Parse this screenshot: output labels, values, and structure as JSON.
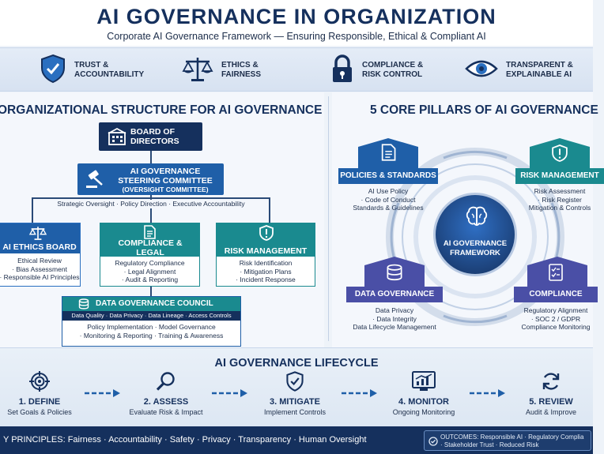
{
  "header": {
    "title": "AI GOVERNANCE IN ORGANIZATION",
    "subtitle": "Corporate AI Governance Framework — Ensuring Responsible, Ethical & Compliant AI"
  },
  "values": [
    {
      "label": "TRUST & ACCOUNTABILITY",
      "icon": "shield-check-icon"
    },
    {
      "label": "ETHICS & FAIRNESS",
      "icon": "scales-icon"
    },
    {
      "label": "COMPLIANCE & RISK CONTROL",
      "icon": "padlock-icon"
    },
    {
      "label": "TRANSPARENT & EXPLAINABLE AI",
      "icon": "eye-icon"
    }
  ],
  "structure": {
    "title": "ORGANIZATIONAL STRUCTURE FOR AI GOVERNANCE",
    "board": {
      "title": "BOARD OF DIRECTORS",
      "icon": "building-icon"
    },
    "steering": {
      "title": "AI GOVERNANCE STEERING COMMITTEE",
      "subtitle": "(OVERSIGHT COMMITTEE)",
      "icon": "gavel-icon"
    },
    "oversight_line": "Strategic Oversight · Policy Direction · Executive Accountability",
    "units": [
      {
        "title": "AI ETHICS BOARD",
        "icon": "scales-icon",
        "items": [
          "Ethical Review",
          "· Bias Assessment",
          "· Responsible AI Principles"
        ]
      },
      {
        "title": "COMPLIANCE & LEGAL",
        "icon": "document-icon",
        "items": [
          "Regulatory Compliance",
          "· Legal Alignment",
          "· Audit & Reporting"
        ]
      },
      {
        "title": "RISK MANAGEMENT",
        "icon": "shield-alert-icon",
        "items": [
          "Risk Identification",
          "· Mitigation Plans",
          "· Incident Response"
        ]
      }
    ],
    "data_council": {
      "title": "DATA GOVERNANCE COUNCIL",
      "icon": "database-icon",
      "tags": "Data Quality · Data Privacy · Data Lineage · Access Controls",
      "line1": "Policy Implementation · Model Governance",
      "line2": "· Monitoring & Reporting · Training & Awareness"
    }
  },
  "pillars": {
    "title": "5 CORE PILLARS OF AI GOVERNANCE",
    "center": {
      "label": "AI GOVERNANCE FRAMEWORK",
      "icon": "brain-icon"
    },
    "items": [
      {
        "title": "POLICIES & STANDARDS",
        "icon": "document-icon",
        "items": [
          "AI Use Policy",
          "· Code of Conduct",
          "Standards & Guidelines"
        ]
      },
      {
        "title": "RISK MANAGEMENT",
        "icon": "shield-alert-icon",
        "items": [
          "Risk Assessment",
          "· Risk Register",
          "Mitigation & Controls"
        ]
      },
      {
        "title": "DATA GOVERNANCE",
        "icon": "database-icon",
        "items": [
          "Data Privacy",
          "· Data Integrity",
          "Data Lifecycle Management"
        ]
      },
      {
        "title": "COMPLIANCE",
        "icon": "checklist-icon",
        "items": [
          "Regulatory Alignment",
          "· SOC 2 / GDPR",
          "Compliance Monitoring"
        ]
      }
    ]
  },
  "lifecycle": {
    "title": "AI GOVERNANCE LIFECYCLE",
    "steps": [
      {
        "title": "1. DEFINE",
        "desc": "Set Goals & Policies",
        "icon": "target-icon"
      },
      {
        "title": "2. ASSESS",
        "desc": "Evaluate Risk & Impact",
        "icon": "magnifier-icon"
      },
      {
        "title": "3. MITIGATE",
        "desc": "Implement Controls",
        "icon": "shield-check-icon"
      },
      {
        "title": "4. MONITOR",
        "desc": "Ongoing Monitoring",
        "icon": "chart-icon"
      },
      {
        "title": "5. REVIEW",
        "desc": "Audit & Improve",
        "icon": "refresh-icon"
      }
    ]
  },
  "footer": {
    "principles": "Y PRINCIPLES: Fairness · Accountability · Safety · Privacy · Transparency · Human Oversight",
    "outcomes_line1": "OUTCOMES: Responsible AI · Regulatory Complia",
    "outcomes_line2": "· Stakeholder Trust · Reduced Risk"
  },
  "colors": {
    "navy": "#15305d",
    "blue": "#1f5fa8",
    "teal": "#1a8a8f",
    "indigo": "#4a4fa6",
    "background": "#eef3f9"
  }
}
